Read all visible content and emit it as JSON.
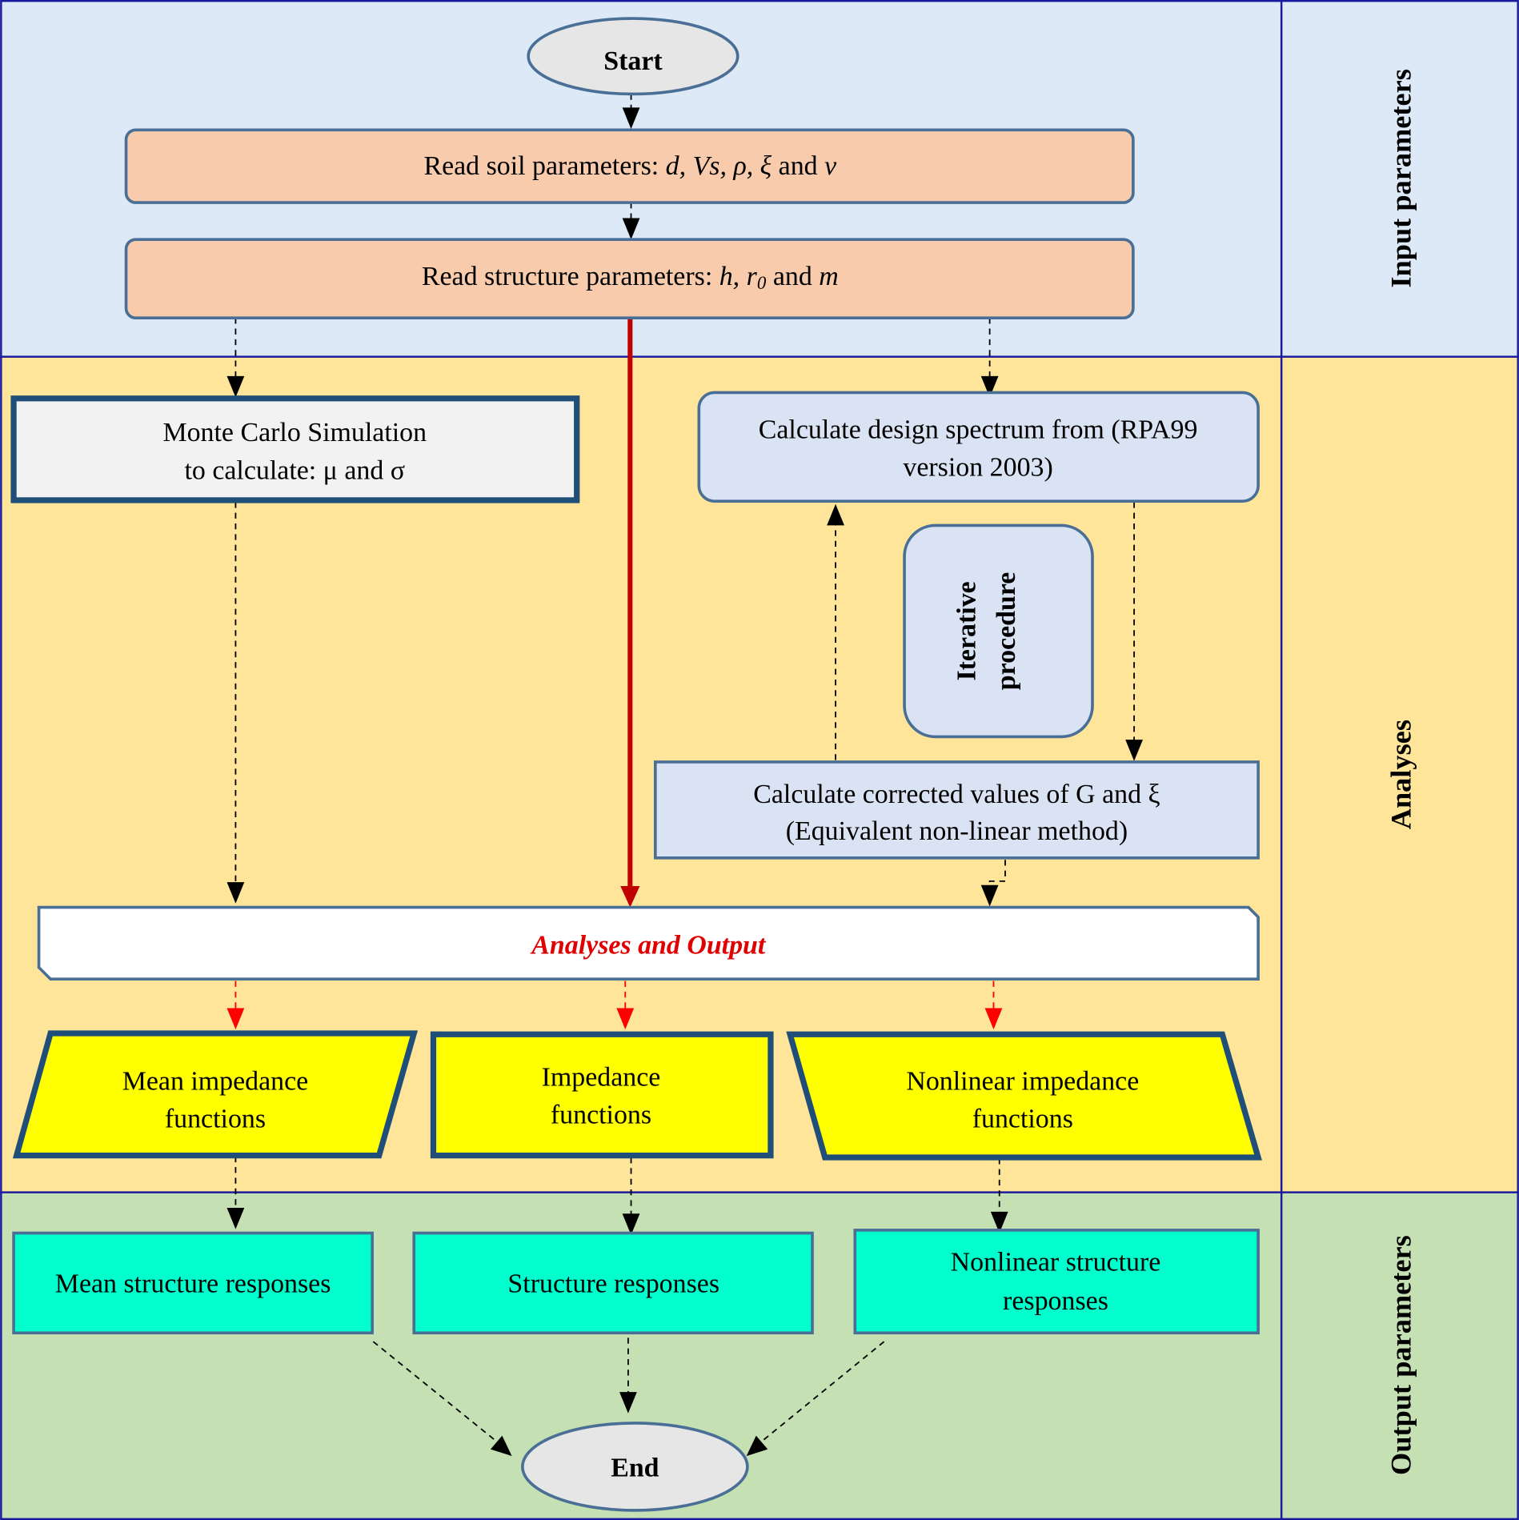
{
  "lanes": [
    {
      "label": "Input parameters",
      "color": "#dde9f6"
    },
    {
      "label": "Analyses",
      "color": "#fee59a"
    },
    {
      "label": "Output parameters",
      "color": "#c5e0b3"
    }
  ],
  "colors": {
    "lane_border": "#1a1aa0",
    "node_border": "#4a6f97",
    "thick_border": "#1f4e79",
    "soil_fill": "#f7cbac",
    "blue_fill": "#dae3f3",
    "grey_fill": "#f2f2f2",
    "ellipse_fill": "#e7e6e6",
    "yellow_fill": "#ffff00",
    "cyan_fill": "#00ffcc",
    "main_arrow": "#c00000",
    "red_arrow": "#ff0000",
    "output_text": "#e00000"
  },
  "nodes": {
    "start": "Start",
    "soil": {
      "prefix": "Read soil parameters:  ",
      "vars": "d, Vs, ρ, ξ",
      "mid": " and ",
      "last": "v"
    },
    "structure": {
      "prefix": "Read structure parameters: ",
      "vars": "h, r",
      "sub": "0",
      "mid": " and ",
      "last": "m"
    },
    "monte_carlo": {
      "line1": "Monte Carlo Simulation",
      "line2": "to calculate: μ and σ"
    },
    "design_spectrum": {
      "line1": "Calculate design spectrum from (RPA99",
      "line2": "version 2003)"
    },
    "iterative": {
      "line1": "Iterative",
      "line2": "procedure"
    },
    "corrected": {
      "line1": "Calculate corrected values of G and ξ",
      "line2": "(Equivalent non-linear method)"
    },
    "analyses_output": "Analyses and Output",
    "mean_impedance": {
      "line1": "Mean impedance",
      "line2": "functions"
    },
    "impedance": {
      "line1": "Impedance",
      "line2": "functions"
    },
    "nonlinear_impedance": {
      "line1": "Nonlinear impedance",
      "line2": "functions"
    },
    "mean_responses": "Mean structure responses",
    "responses": "Structure responses",
    "nonlinear_responses": {
      "line1": "Nonlinear structure",
      "line2": "responses"
    },
    "end": "End"
  }
}
